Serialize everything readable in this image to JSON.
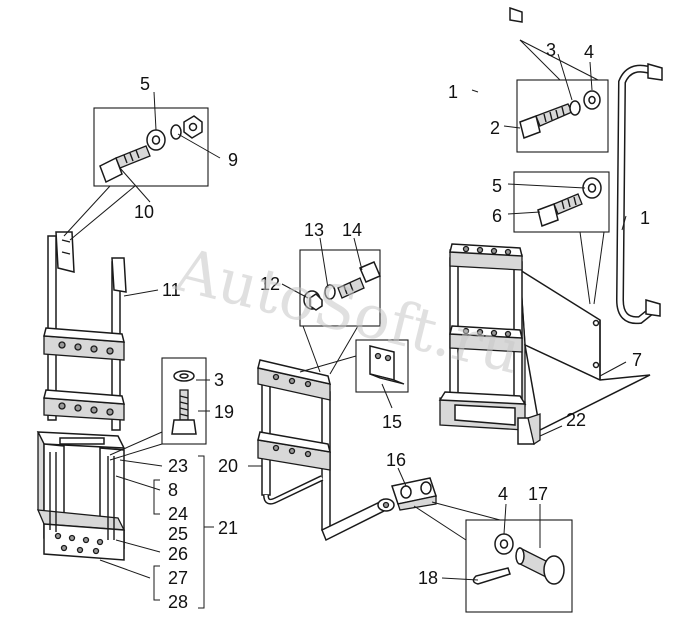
{
  "watermark": "AutoSoft.ru",
  "callouts": {
    "c1a": "1",
    "c1b": "1",
    "c2": "2",
    "c3a": "3",
    "c4a": "4",
    "c5a": "5",
    "c6": "6",
    "c5b": "5",
    "c9": "9",
    "c10": "10",
    "c11": "11",
    "c12": "12",
    "c13": "13",
    "c14": "14",
    "c15": "15",
    "c3b": "3",
    "c19": "19",
    "c7": "7",
    "c22": "22",
    "c16": "16",
    "c20": "20",
    "c23": "23",
    "c8": "8",
    "c24": "24",
    "c25": "25",
    "c21": "21",
    "c26": "26",
    "c27": "27",
    "c28": "28",
    "c4b": "4",
    "c17": "17",
    "c18": "18"
  }
}
